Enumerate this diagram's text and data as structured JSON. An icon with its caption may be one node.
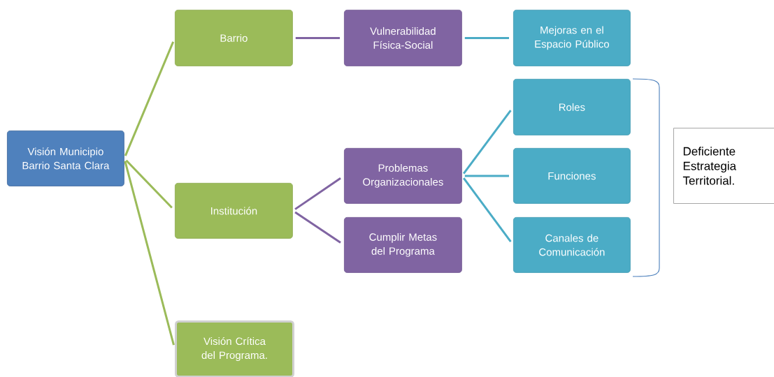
{
  "diagram": {
    "nodes": [
      {
        "text": [
          "Visión Municipio Barrio Santa Clara"
        ]
      },
      {
        "text": [
          "Barrio"
        ]
      },
      {
        "text": [
          "Institución"
        ]
      },
      {
        "text": [
          "Visión Crítica del Programa."
        ]
      },
      {
        "text": [
          "Vulnerabilidad Física-Social"
        ]
      },
      {
        "text": [
          "Problemas Organizacionales"
        ]
      },
      {
        "text": [
          "Cumplir Metas del Programa"
        ]
      },
      {
        "text": [
          "Mejoras en el Espacio Público"
        ]
      },
      {
        "text": [
          "Roles"
        ]
      },
      {
        "text": [
          "Funciones"
        ]
      },
      {
        "text": [
          "Canales de Comunicación"
        ]
      },
      {
        "text": [
          "Deficiente Estrategia Territorial."
        ]
      }
    ],
    "edges": [
      {
        "from": 0,
        "to": 1,
        "arrow": "none",
        "color": "#9bbb59"
      },
      {
        "from": 0,
        "to": 2,
        "arrow": "none",
        "color": "#9bbb59"
      },
      {
        "from": 0,
        "to": 3,
        "arrow": "none",
        "color": "#9bbb59"
      },
      {
        "from": 1,
        "to": 4,
        "arrow": "none",
        "color": "#8064a2"
      },
      {
        "from": 2,
        "to": 5,
        "arrow": "none",
        "color": "#8064a2"
      },
      {
        "from": 2,
        "to": 6,
        "arrow": "none",
        "color": "#8064a2"
      },
      {
        "from": 4,
        "to": 7,
        "arrow": "none",
        "color": "#4bacc6"
      },
      {
        "from": 5,
        "to": 8,
        "arrow": "none",
        "color": "#4bacc6"
      },
      {
        "from": 5,
        "to": 9,
        "arrow": "none",
        "color": "#4bacc6"
      },
      {
        "from": 5,
        "to": 10,
        "arrow": "none",
        "color": "#4bacc6"
      }
    ]
  }
}
